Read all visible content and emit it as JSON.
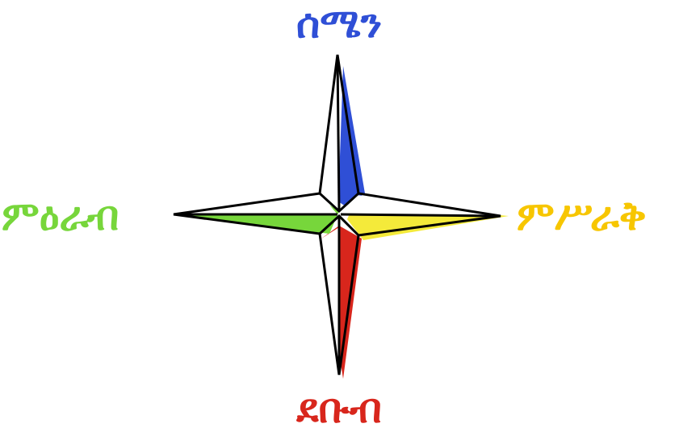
{
  "directions": {
    "north": {
      "label": "ሰሜን",
      "color": "#2f4fd6"
    },
    "east": {
      "label": "ምሥራቅ",
      "color": "#f7c600"
    },
    "south": {
      "label": "ደቡብ",
      "color": "#d8261c"
    },
    "west": {
      "label": "ምዕራብ",
      "color": "#77d63b"
    }
  },
  "star": {
    "outline_color": "#000000",
    "accent_colors": {
      "north": "#2f4fd6",
      "east": "#f4ea3a",
      "south": "#d8261c",
      "west": "#77d63b"
    }
  }
}
